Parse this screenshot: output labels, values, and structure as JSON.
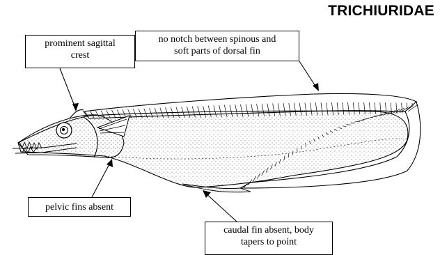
{
  "family": "TRICHIURIDAE",
  "labels": {
    "sagittal_crest": {
      "line1": "prominent sagittal",
      "line2": "crest"
    },
    "dorsal_notch": {
      "line1": "no notch between spinous and",
      "line2": "soft parts of dorsal fin"
    },
    "pelvic": {
      "line1": "pelvic fins absent"
    },
    "caudal": {
      "line1": "caudal fin absent, body",
      "line2": "tapers to point"
    }
  },
  "colors": {
    "ink": "#000000",
    "paper": "#ffffff",
    "stipple": "#555555"
  }
}
